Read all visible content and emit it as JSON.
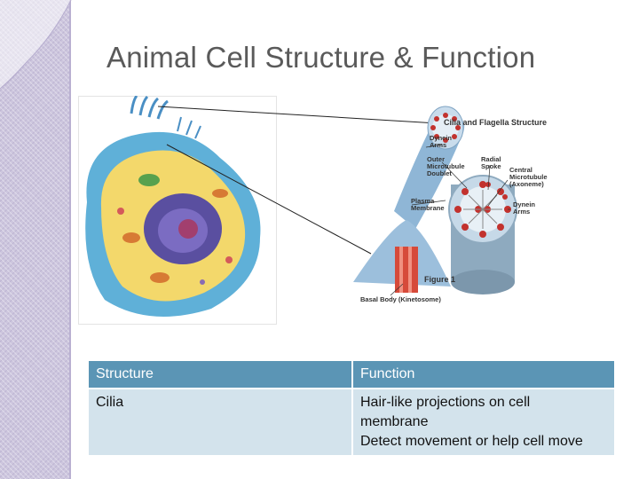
{
  "slide": {
    "title": "Animal Cell Structure & Function"
  },
  "figure": {
    "diagram_title": "Cilia and Flagella Structure",
    "labels": {
      "dynein_top": "Dynein Arms",
      "outer_doublet": "Outer Microtubule Doublet",
      "radial_spoke": "Radial Spoke",
      "central_mt": "Central Microtubule (Axoneme)",
      "dynein_right": "Dynein Arms",
      "plasma_membrane": "Plasma Membrane",
      "basal_body": "Basal Body (Kinetosome)",
      "figure_number": "Figure 1"
    }
  },
  "table": {
    "headers": [
      "Structure",
      "Function"
    ],
    "rows": [
      {
        "structure": "Cilia",
        "function_lines": [
          "Hair-like projections on cell",
          "membrane",
          "Detect movement or help cell move"
        ]
      }
    ]
  },
  "colors": {
    "header_bg": "#5b95b5",
    "cell_bg": "#d3e3ec",
    "side_band": "#cdc6de",
    "title_text": "#5a5a5a"
  }
}
